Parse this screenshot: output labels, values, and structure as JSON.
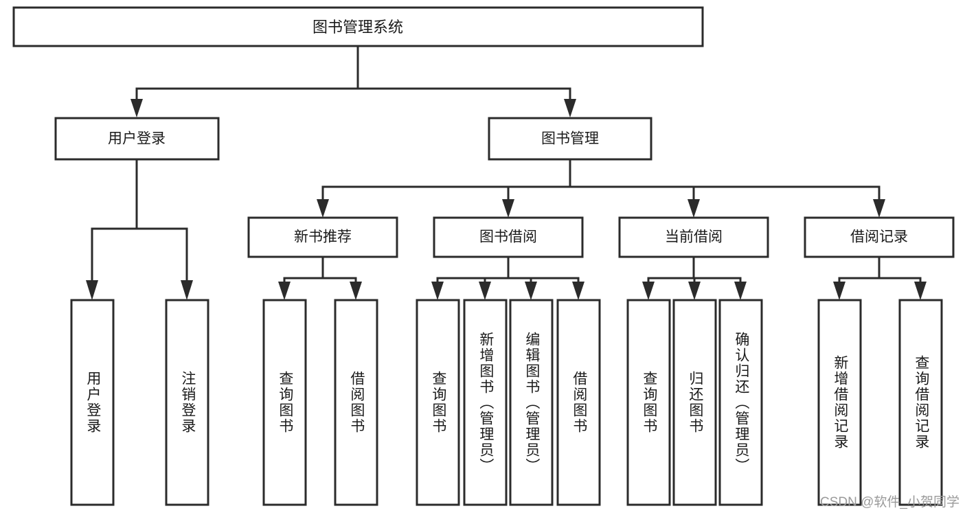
{
  "diagram": {
    "title_node": {
      "label": "图书管理系统"
    },
    "level2": [
      {
        "label": "用户登录"
      },
      {
        "label": "图书管理"
      }
    ],
    "level3": [
      {
        "label": "新书推荐"
      },
      {
        "label": "图书借阅"
      },
      {
        "label": "当前借阅"
      },
      {
        "label": "借阅记录"
      }
    ],
    "leaves": {
      "user_login": [
        {
          "label": "用户登录"
        },
        {
          "label": "注销登录"
        }
      ],
      "new_book_recommend": [
        {
          "label": "查询图书"
        },
        {
          "label": "借阅图书"
        }
      ],
      "book_borrow": [
        {
          "label": "查询图书"
        },
        {
          "label": "新增图书（管理员）"
        },
        {
          "label": "编辑图书（管理员）"
        },
        {
          "label": "借阅图书"
        }
      ],
      "current_borrow": [
        {
          "label": "查询图书"
        },
        {
          "label": "归还图书"
        },
        {
          "label": "确认归还（管理员）"
        }
      ],
      "borrow_record": [
        {
          "label": "新增借阅记录"
        },
        {
          "label": "查询借阅记录"
        }
      ]
    }
  },
  "watermark": {
    "text": "CSDN @软件_小贺同学"
  },
  "colors": {
    "background": "#ffffff",
    "stroke": "#2b2b2b",
    "text": "#1a1a1a",
    "watermark": "#9a9a9a"
  }
}
